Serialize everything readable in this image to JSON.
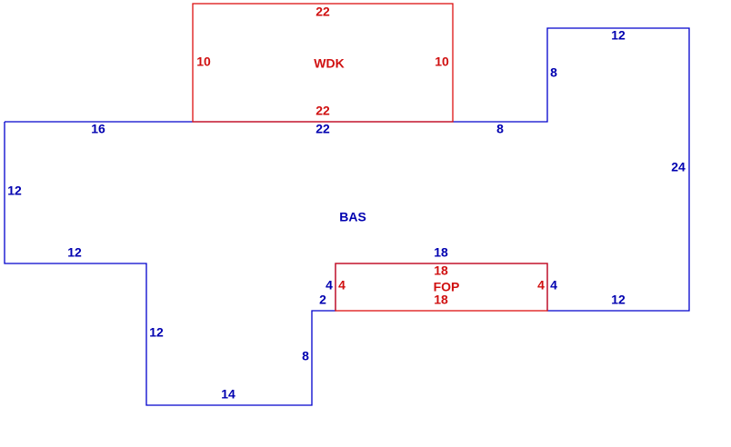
{
  "colors": {
    "bas": "#0000b0",
    "wdk": "#d01010",
    "fop": "#d01010"
  },
  "areas": {
    "bas": {
      "name": "BAS",
      "dims": {
        "top_left": "16",
        "top_mid": "22",
        "top_right": "8",
        "bump_left": "8",
        "bump_top": "12",
        "right": "24",
        "bottom_right": "12",
        "notch_left": "4",
        "notch_right": "4",
        "notch_step": "2",
        "step_down": "8",
        "bottom": "14",
        "left_lower": "12",
        "ledge": "12",
        "left_upper": "12",
        "fop_top": "18"
      }
    },
    "wdk": {
      "name": "WDK",
      "dims": {
        "top": "22",
        "left": "10",
        "right": "10",
        "bottom": "22"
      }
    },
    "fop": {
      "name": "FOP",
      "dims": {
        "top": "18",
        "left": "4",
        "right": "4",
        "bottom": "18"
      }
    }
  }
}
